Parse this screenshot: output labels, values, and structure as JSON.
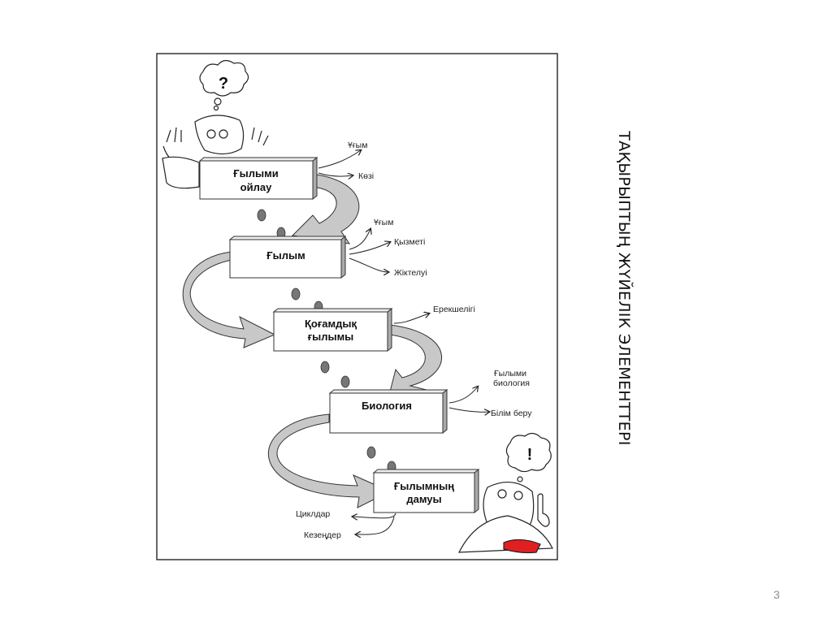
{
  "slide": {
    "title": "ТАҚЫРЫПТЫҢ  ЖҮЙЕЛІК ЭЛЕМЕНТТЕРІ",
    "page_number": "3"
  },
  "diagram": {
    "thought_bubbles": [
      "?",
      "!"
    ],
    "steps": [
      {
        "line1": "Ғылыми",
        "line2": "ойлау",
        "branches": [
          "Ұғым",
          "Көзі"
        ]
      },
      {
        "line1": "Ғылым",
        "line2": "",
        "branches": [
          "Ұғым",
          "Қызметі",
          "Жіктелуі"
        ]
      },
      {
        "line1": "Қоғамдық",
        "line2": "ғылымы",
        "branches": [
          "Ерекшелігі"
        ]
      },
      {
        "line1": "Биология",
        "line2": "",
        "branches": [
          "Ғылыми биология",
          "Білім беру"
        ],
        "branch_lines": [
          "Ғылыми",
          "биология"
        ]
      },
      {
        "line1": "Ғылымның",
        "line2": "дамуы",
        "branches": [
          "Циклдар",
          "Кезеңдер"
        ]
      }
    ],
    "colors": {
      "arrow_fill": "#c8c8c8",
      "footprint": "#777777",
      "accent_red": "#e02020"
    }
  }
}
